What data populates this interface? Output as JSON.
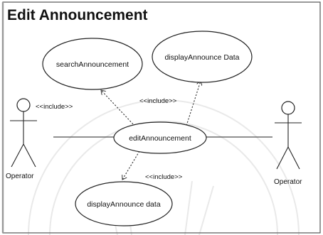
{
  "diagram": {
    "title": "Edit Announcement",
    "use_cases": {
      "search": "searchAnnouncement",
      "display_top": "displayAnnounce Data",
      "edit": "editAnnouncement",
      "display_bottom": "displayAnnounce data"
    },
    "relations": {
      "include_left": "<<include>>",
      "include_top": "<<include>>",
      "include_bottom": "<<include>>"
    },
    "actors": {
      "left": "Operator",
      "right": "Operator"
    }
  }
}
